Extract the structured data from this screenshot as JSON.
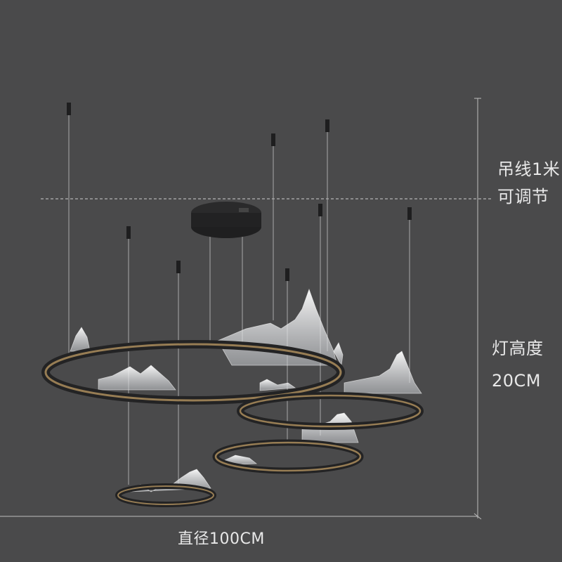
{
  "dimensions": {
    "cable_line1": "吊线1米",
    "cable_line2": "可调节",
    "lamp_height_line1": "灯高度",
    "lamp_height_line2": "20CM",
    "diameter": "直径100CM"
  },
  "colors": {
    "background": "#4a4a4b",
    "text": "#e8e8e8",
    "ring_outer": "#2b2b2c",
    "ring_glow": "#c9a46a",
    "acrylic": "#eef0f2"
  }
}
